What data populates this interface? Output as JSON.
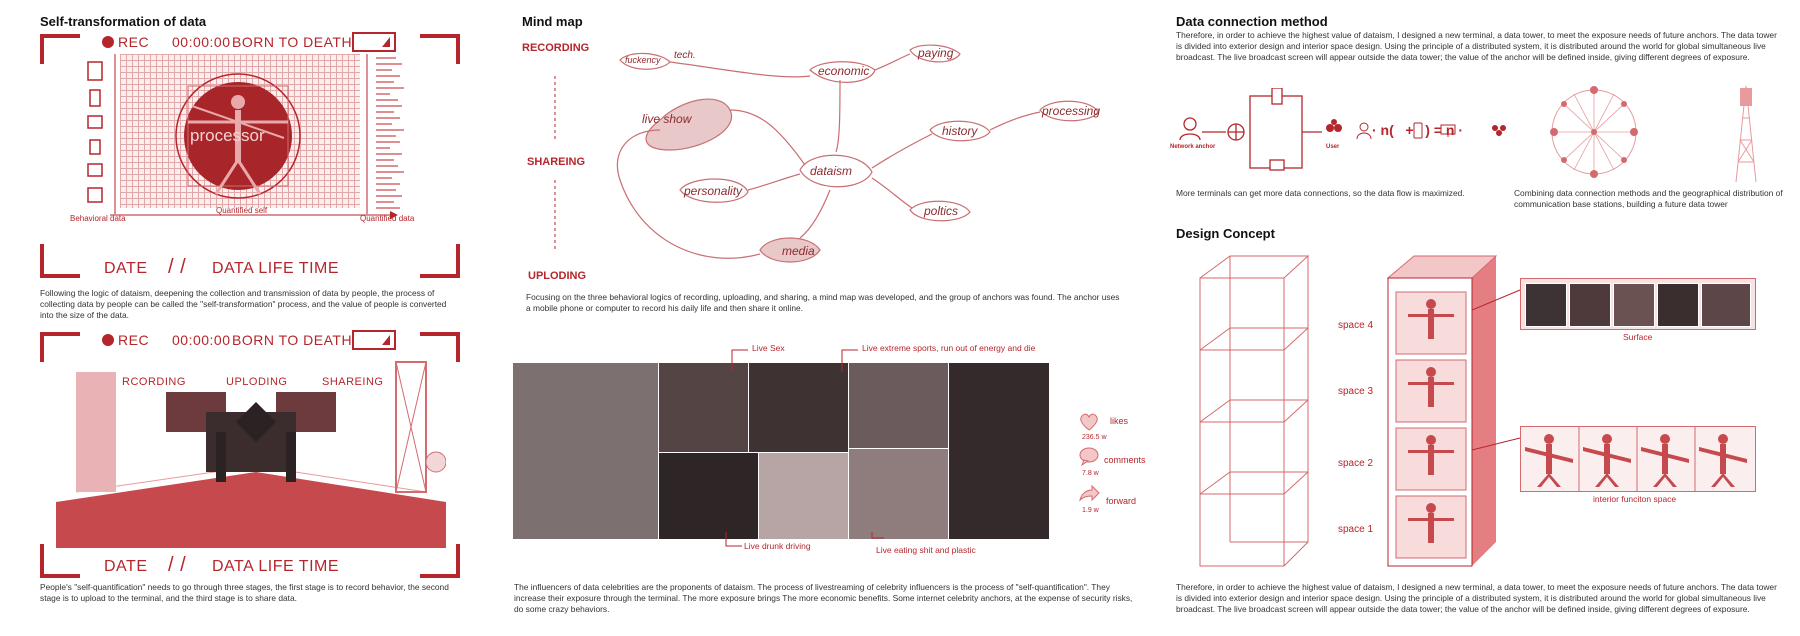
{
  "col1": {
    "title": "Self-transformation of data",
    "hud1": {
      "rec": "REC",
      "time": "00:00:00",
      "born": "BORN TO DEATH",
      "date": "DATE",
      "slash": "/ /",
      "life": "DATA LIFE  TIME"
    },
    "processor": "processor",
    "axis": {
      "left": "Behavioral data",
      "mid": "Quantified self",
      "right": "Quantified data"
    },
    "para1": "Following the logic of dataism, deepening the collection and transmission of data by people, the process of collecting data by people can be called the \"self-transformation\" process, and the value of people is converted into the size of the data.",
    "hud2": {
      "rec": "REC",
      "time": "00:00:00",
      "born": "BORN TO DEATH",
      "date": "DATE",
      "slash": "/ /",
      "life": "DATA LIFE  TIME"
    },
    "stages": {
      "a": "RCORDING",
      "b": "UPLODING",
      "c": "SHAREING"
    },
    "para2": "People's \"self-quantification\" needs to go through three stages, the first stage is to record behavior, the second stage is to upload to the terminal, and the third stage is to share data."
  },
  "col2": {
    "title": "Mind map",
    "stages": {
      "rec": "RECORDING",
      "share": "SHAREING",
      "up": "UPLODING"
    },
    "nodes": {
      "live": "live show",
      "fuck": "fuckency",
      "tech": "tech.",
      "eco": "economic",
      "pay": "paying",
      "hist": "history",
      "proc": "processing",
      "data": "dataism",
      "pers": "personality",
      "pol": "poltics",
      "med": "media"
    },
    "para1": "Focusing on the three behavioral logics of recording, uploading, and sharing, a mind map was developed, and the group of anchors was found. The anchor uses a mobile phone or computer to record his daily life and then share it online.",
    "labels": {
      "sex": "Live Sex",
      "sports": "Live extreme sports, run out of energy and die",
      "drunk": "Live drunk driving",
      "eat": "Live eating shit  and plastic"
    },
    "stats": {
      "likes": "likes",
      "likes_v": "236.5 w",
      "comments": "comments",
      "comments_v": "7.8 w",
      "forward": "forward",
      "forward_v": "1.9 w"
    },
    "para2": "The influencers of data celebrities are the proponents of dataism. The process of livestreaming of celebrity influencers is the process of \"self-quantification\". They increase their exposure through the terminal. The more exposure brings The more economic benefits. Some internet celebrity anchors, at the expense of security risks, do some crazy behaviors."
  },
  "col3": {
    "title": "Data connection method",
    "para1": "Therefore, in order to achieve the highest value of dataism, I designed a new terminal, a data tower, to meet the exposure needs of future anchors. The data tower is divided into exterior design and interior space design. Using the principle of a distributed system, it is distributed around the world for global simultaneous live broadcast. The live broadcast screen will appear outside the data tower; the value of the anchor will be defined inside, giving different degrees of exposure.",
    "net_anchor": "Network anchor",
    "user": "User",
    "formula": "· n(   +   ) = n ·",
    "cap1": "More terminals can get more data connections, so the data flow is maximized.",
    "cap2": "Combining data connection methods and the geographical distribution of communication base stations, building a future data tower",
    "title2": "Design Concept",
    "spaces": [
      "space 4",
      "space 3",
      "space 2",
      "space 1"
    ],
    "surface": "Surface",
    "interior": "interior funciton space",
    "para2": "Therefore, in order to achieve the highest value of dataism, I designed a new terminal, a data tower, to meet the exposure needs of future anchors. The data tower is divided into exterior design and interior space design. Using the principle of a distributed system, it is distributed around the world for global simultaneous live broadcast. The live broadcast screen will appear outside the data tower; the value of the anchor will be defined inside, giving different degrees of exposure."
  },
  "colors": {
    "accent": "#b5262c",
    "light": "#f2c9c9"
  }
}
